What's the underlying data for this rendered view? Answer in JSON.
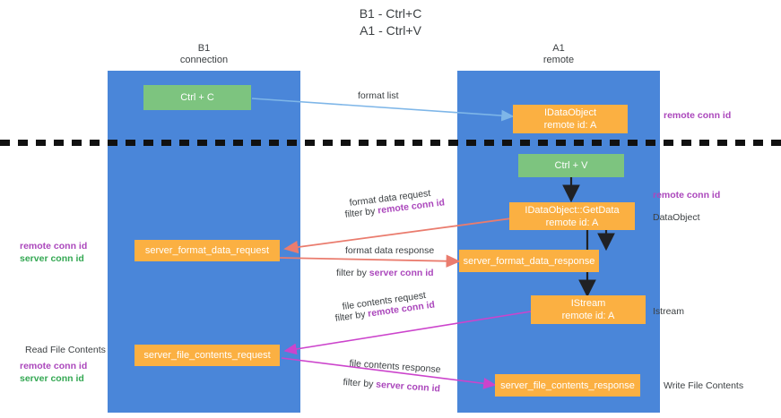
{
  "title": {
    "line1": "B1 - Ctrl+C",
    "line2": "A1 - Ctrl+V"
  },
  "lanes": [
    {
      "name": "b1",
      "title": "B1",
      "subtitle": "connection"
    },
    {
      "name": "a1",
      "title": "A1",
      "subtitle": "remote"
    }
  ],
  "nodes": {
    "ctrl_c": {
      "line1": "Ctrl + C",
      "line2": ""
    },
    "idataobject": {
      "line1": "IDataObject",
      "line2": "remote id: A"
    },
    "ctrl_v": {
      "line1": "Ctrl + V",
      "line2": ""
    },
    "getdata": {
      "line1": "IDataObject::GetData",
      "line2": "remote id: A"
    },
    "fmt_req": {
      "line1": "server_format_data_request",
      "line2": ""
    },
    "fmt_resp": {
      "line1": "server_format_data_response",
      "line2": ""
    },
    "istream": {
      "line1": "IStream",
      "line2": "remote id: A"
    },
    "file_req": {
      "line1": "server_file_contents_request",
      "line2": ""
    },
    "file_resp": {
      "line1": "server_file_contents_response",
      "line2": ""
    }
  },
  "edge_labels": {
    "format_list": "format list",
    "fmt_req_main": "format data request",
    "fmt_req_filter_prefix": "filter by ",
    "fmt_req_filter_key": "remote conn id",
    "fmt_resp_main": "format data response",
    "fmt_resp_filter_prefix": "filter by ",
    "fmt_resp_filter_key": "server conn id",
    "file_req_main": "file contents request",
    "file_req_filter_prefix": "filter by ",
    "file_req_filter_key": "remote conn id",
    "file_resp_main": "file contents response",
    "file_resp_filter_prefix": "filter by ",
    "file_resp_filter_key": "server conn id"
  },
  "side_labels": {
    "right_remote_conn_top": "remote conn id",
    "right_remote_conn_mid": "remote conn id",
    "right_dataobject": "DataObject",
    "right_istream": "Istream",
    "right_write_file": "Write File Contents",
    "left_remote_conn": "remote conn id",
    "left_server_conn": "server conn id",
    "left_read_file": "Read File Contents",
    "left_remote_conn2": "remote conn id",
    "left_server_conn2": "server conn id"
  },
  "colors": {
    "lane": "#4a86d9",
    "green_node": "#7dc47f",
    "orange_node": "#fbb042",
    "purple_key": "#ab47bc",
    "green_key": "#34a853",
    "arrow_blue": "#7eb6e8",
    "arrow_red": "#ea7c6e",
    "arrow_magenta": "#cc44cc",
    "arrow_dark": "#202124",
    "background": "#ffffff"
  }
}
